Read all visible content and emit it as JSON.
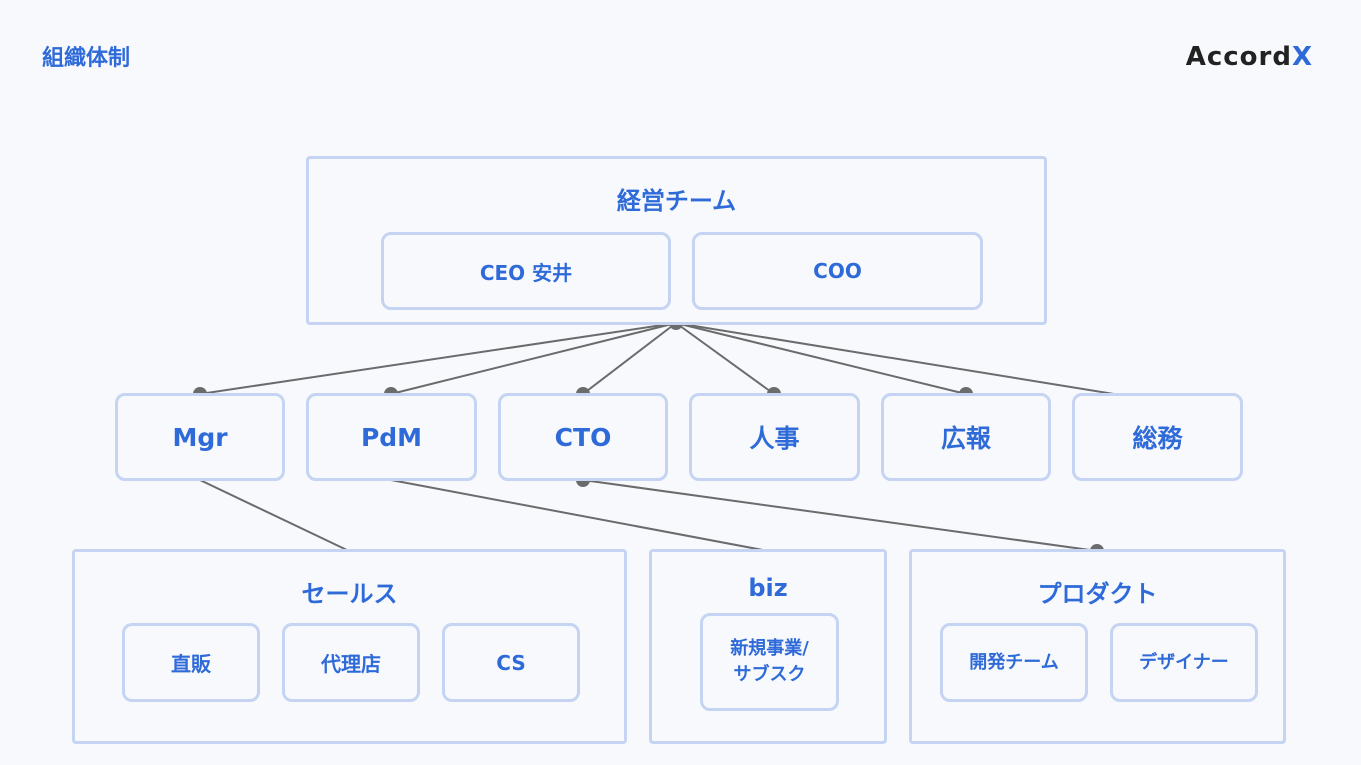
{
  "header": {
    "title": "組織体制",
    "logo_text": "Accord",
    "logo_x": "X"
  },
  "executive": {
    "title": "経営チーム",
    "members": [
      "CEO 安井",
      "COO"
    ]
  },
  "roles": [
    "Mgr",
    "PdM",
    "CTO",
    "人事",
    "広報",
    "総務"
  ],
  "divisions": {
    "sales": {
      "title": "セールス",
      "teams": [
        "直販",
        "代理店",
        "CS"
      ]
    },
    "biz": {
      "title": "biz",
      "teams": [
        "新規事業/",
        "サブスク"
      ]
    },
    "product": {
      "title": "プロダクト",
      "teams": [
        "開発チーム",
        "デザイナー"
      ]
    }
  },
  "colors": {
    "accent": "#2f6ad9",
    "border": "#c5d4f3",
    "line": "#6b6b6b",
    "background": "#f8f9fd"
  }
}
